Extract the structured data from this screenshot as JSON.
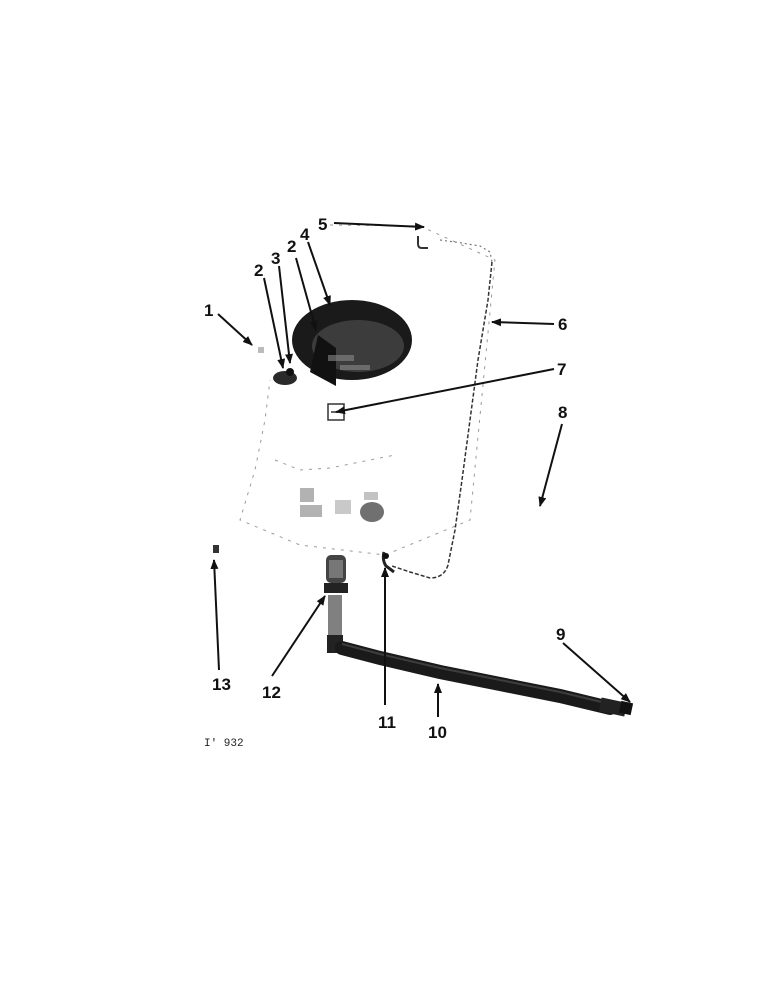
{
  "figure_code": "I' 932",
  "callouts": [
    "1",
    "2",
    "3",
    "2",
    "4",
    "5",
    "6",
    "7",
    "8",
    "9",
    "10",
    "11",
    "12",
    "13"
  ],
  "colors": {
    "ink": "#111111",
    "shading": "#1a1a1a",
    "paper": "#ffffff"
  }
}
